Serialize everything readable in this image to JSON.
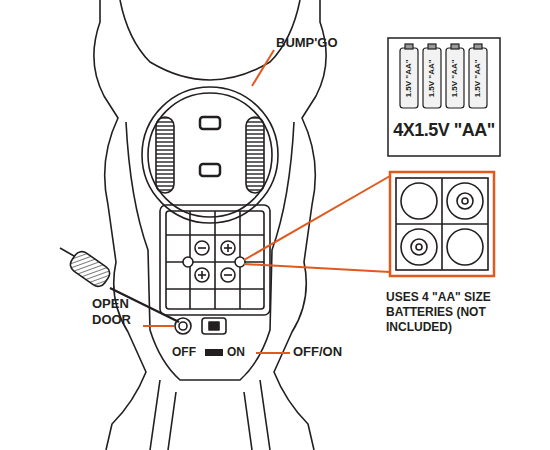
{
  "diagram": {
    "labels": [
      "BUMP'GO",
      "1.5V \"AA\"",
      "1.5V \"AA\"",
      "1.5V \"AA\"",
      "1.5V \"AA\"",
      "4X1.5V \"AA\"",
      "USES 4 \"AA\" SIZE BATTERIES (NOT INCLUDED)",
      "OPEN DOOR",
      "OFF",
      "ON",
      "OFF/ON"
    ]
  }
}
